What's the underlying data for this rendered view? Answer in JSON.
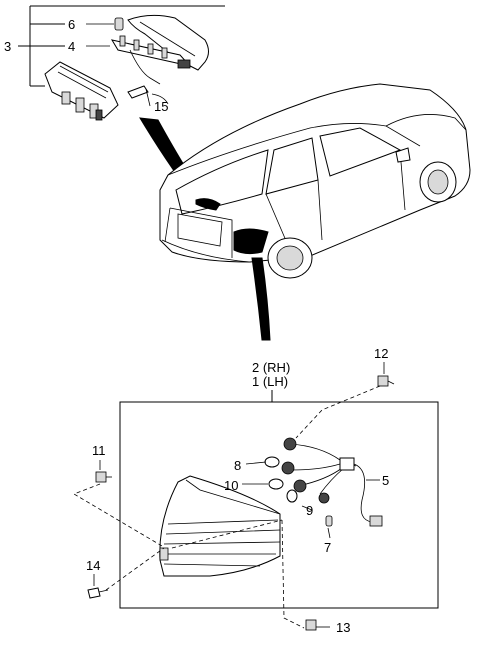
{
  "callouts": {
    "c1": "1 (LH)",
    "c2": "2 (RH)",
    "c3": "3",
    "c4": "4",
    "c5": "5",
    "c6": "6",
    "c7": "7",
    "c8": "8",
    "c9": "9",
    "c10": "10",
    "c11": "11",
    "c12": "12",
    "c13": "13",
    "c14": "14",
    "c15": "15"
  }
}
